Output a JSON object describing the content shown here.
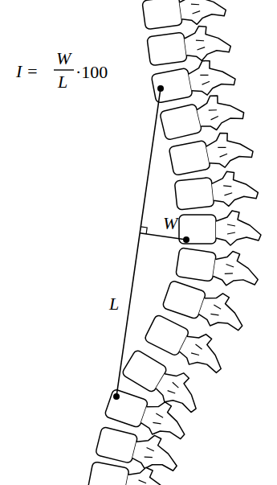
{
  "diagram": {
    "labels": [
      "I =",
      "W",
      "L",
      "·100",
      "W",
      "L"
    ]
  }
}
